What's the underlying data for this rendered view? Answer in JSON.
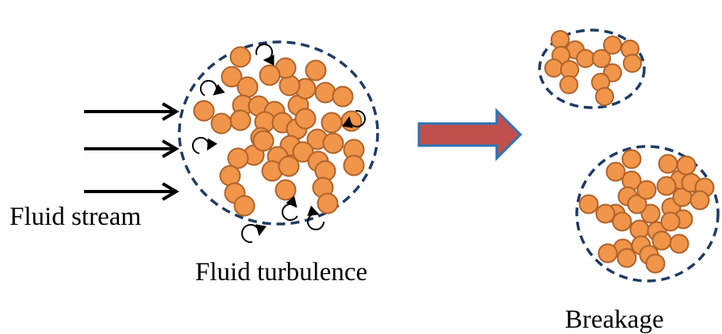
{
  "labels": {
    "fluid_stream": "Fluid stream",
    "fluid_turbulence": "Fluid turbulence",
    "breakage": "Breakage"
  },
  "colors": {
    "particle_fill": "#F0954A",
    "particle_stroke": "#B0622A",
    "boundary": "#1F3B63",
    "arrow_fill": "#C0504D",
    "arrow_stroke": "#2E74B5",
    "stream_arrow": "#000000"
  },
  "icons": {
    "stream": "stream-arrow-icon",
    "eddy": "eddy-swirl-icon",
    "process": "process-arrow-icon"
  }
}
